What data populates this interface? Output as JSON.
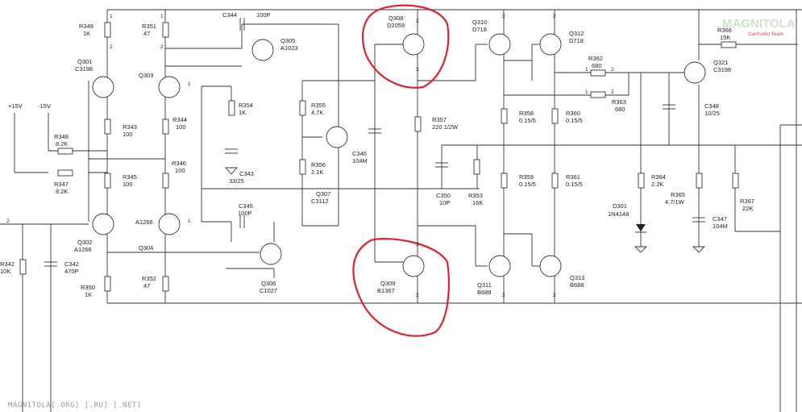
{
  "watermark": {
    "logo": "MAGNITOLA",
    "logo_sub": "CarAudio Team",
    "footer": "MAGNITOLA[.ORG] [.RU] [.NET]"
  },
  "colors": {
    "wire": "#333333",
    "highlight": "#e0222a",
    "logo": "#cfe4c9"
  },
  "supplies": {
    "pos": "+15V",
    "neg": "-15V"
  },
  "transistors": {
    "q301": {
      "ref": "Q301",
      "part": "C3198"
    },
    "q302": {
      "ref": "Q302",
      "part": "A1266"
    },
    "q303": {
      "ref": "Q303",
      "part": ""
    },
    "q304": {
      "ref": "Q304",
      "part": "A1266"
    },
    "q305": {
      "ref": "Q305",
      "part": "A1023"
    },
    "q306": {
      "ref": "Q306",
      "part": "C1027"
    },
    "q307": {
      "ref": "Q307",
      "part": "C3112"
    },
    "q308": {
      "ref": "Q308",
      "part": "D2059"
    },
    "q309": {
      "ref": "Q309",
      "part": "B1367"
    },
    "q310": {
      "ref": "Q310",
      "part": "D718"
    },
    "q311": {
      "ref": "Q311",
      "part": "B688"
    },
    "q312": {
      "ref": "Q312",
      "part": "D718"
    },
    "q313": {
      "ref": "Q313",
      "part": "B688"
    },
    "q321": {
      "ref": "Q321",
      "part": "C3198"
    }
  },
  "resistors": {
    "r342": {
      "ref": "R342",
      "value": "10K"
    },
    "r343": {
      "ref": "R343",
      "value": "100"
    },
    "r344": {
      "ref": "R344",
      "value": "100"
    },
    "r345": {
      "ref": "R345",
      "value": "100"
    },
    "r346": {
      "ref": "R346",
      "value": "100"
    },
    "r347": {
      "ref": "R347",
      "value": "8.2K"
    },
    "r348": {
      "ref": "R348",
      "value": "8.2K"
    },
    "r349": {
      "ref": "R349",
      "value": "1K"
    },
    "r350": {
      "ref": "R350",
      "value": "1K"
    },
    "r351": {
      "ref": "R351",
      "value": "47"
    },
    "r352": {
      "ref": "R352",
      "value": "47"
    },
    "r353": {
      "ref": "R353",
      "value": "16K"
    },
    "r354": {
      "ref": "R354",
      "value": "1K"
    },
    "r355": {
      "ref": "R355",
      "value": "4.7K"
    },
    "r356": {
      "ref": "R356",
      "value": "2.1K"
    },
    "r357": {
      "ref": "R357",
      "value": "220 1/2W"
    },
    "r358": {
      "ref": "R358",
      "value": "0.15/5"
    },
    "r359": {
      "ref": "R359",
      "value": "0.15/5"
    },
    "r360": {
      "ref": "R360",
      "value": "0.15/5"
    },
    "r361": {
      "ref": "R361",
      "value": "0.15/5"
    },
    "r362": {
      "ref": "R362",
      "value": "680"
    },
    "r363": {
      "ref": "R363",
      "value": "680"
    },
    "r364": {
      "ref": "R364",
      "value": "2.2K"
    },
    "r365": {
      "ref": "R365",
      "value": "4.7/1W"
    },
    "r366": {
      "ref": "R366",
      "value": "15K"
    },
    "r367": {
      "ref": "R367",
      "value": "22K"
    }
  },
  "capacitors": {
    "c342": {
      "ref": "C342",
      "value": "470P"
    },
    "c343": {
      "ref": "C343",
      "value": "33/25"
    },
    "c344": {
      "ref": "C344",
      "value": "100P"
    },
    "c345": {
      "ref": "C345",
      "value": "100P"
    },
    "c346": {
      "ref": "C346",
      "value": "104M"
    },
    "c347": {
      "ref": "C347",
      "value": "104M"
    },
    "c348": {
      "ref": "C348",
      "value": "10/25"
    },
    "c350": {
      "ref": "C350",
      "value": "10P"
    }
  },
  "diodes": {
    "d301": {
      "ref": "D301",
      "part": "1N4148"
    }
  },
  "pins": {
    "p1": "1",
    "p2": "2",
    "p3": "3"
  }
}
